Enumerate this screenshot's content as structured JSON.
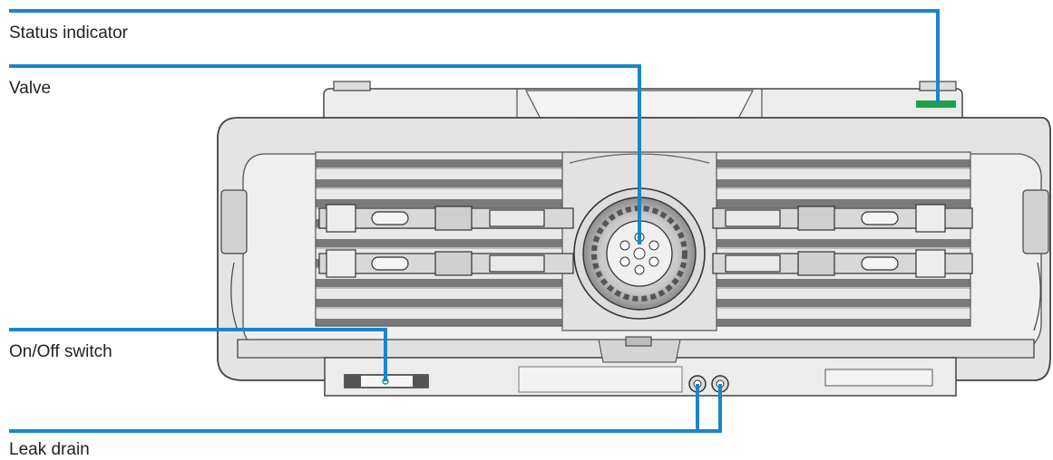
{
  "diagram": {
    "callouts": [
      {
        "id": "status-indicator",
        "label": "Status indicator"
      },
      {
        "id": "valve",
        "label": "Valve"
      },
      {
        "id": "on-off-switch",
        "label": "On/Off switch"
      },
      {
        "id": "leak-drain",
        "label": "Leak drain"
      }
    ],
    "colors": {
      "leader_line": "#1a86c8",
      "status_led": "#1aa34a",
      "device_outline": "#444444",
      "device_fill": "#e6e6e6",
      "device_dark": "#9a9a9a"
    }
  }
}
